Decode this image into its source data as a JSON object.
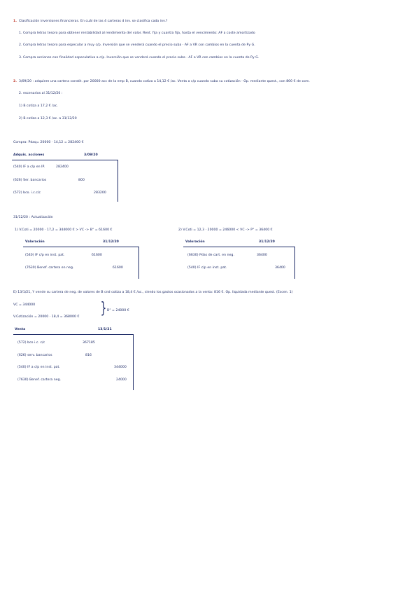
{
  "q1": {
    "number": "1.",
    "title": "Clasificación inversiones financieras. En cuál de las 4 carteras d inv. se clasifica cada inv.?",
    "items": [
      "1. Compra letras tesoro para obtener rentabilidad al rendimiento del valor. Rent. fija y cuantía fija, hasta el vencimiento: AF a coste amortizado",
      "2. Compra letras tesoro para especular a muy c/p. Inversión que se venderá cuando el precio suba · AF a VR con cambios en la cuenta de Py G.",
      "3. Compra acciones con finalidad especulativa a c/p. Inversión que se venderá cuando el precio suba · AF a VR con cambios en la cuenta de Py G."
    ]
  },
  "q2": {
    "number": "2.",
    "statement": "3/09/20 : adquiere una cartera constit. por 20000 acc de la emp B, cuando cotiza a 14,12 € /ac. Venta a c/p cuando suba su cotización · Op. mediante quest., con 800 € de com.",
    "ask": "2. escenarios al 31/12/20 :",
    "sc1": "1) B cotiza a 17,2 € /ac.",
    "sc2": "2) B cotiza a 12,3 € /ac. a 31/12/20",
    "compra_line": "Compra: Pdaq= 20000 · 14,12 = 282400 €",
    "acq": {
      "left_header": "Adquis. acciones",
      "date_header": "3/09/20",
      "rows": [
        {
          "label": "(540) IF a c/p en IP.",
          "debit": "282400",
          "credit": ""
        },
        {
          "label": "(626) Ser. bancarios",
          "debit": "800",
          "credit": ""
        },
        {
          "label": "(572) bco. i.c.c/c",
          "debit": "",
          "credit": "283200"
        }
      ]
    },
    "update_title": "31/12/20 : Actualización",
    "case1": {
      "head": "1) V.Coti = 20000 · 17,2 = 344000 € > VC -> B° = 61600 €",
      "left_header": "Valoración",
      "date_header": "31/12/20",
      "rows": [
        {
          "label": "(540) IF c/p en inst. pat.",
          "debit": "61600",
          "credit": ""
        },
        {
          "label": "(7630) Benef. cartera en neg.",
          "debit": "",
          "credit": "61600"
        }
      ]
    },
    "case2": {
      "head": "2) V.Coti = 12,3 · 20000 = 246000 < VC -> P° = 36400 €",
      "left_header": "Valoración",
      "date_header": "31/12/20",
      "rows": [
        {
          "label": "(6630) Pdas de cart. en neg.",
          "debit": "36400",
          "credit": ""
        },
        {
          "label": "(540) IF c/p en inst. pat.",
          "debit": "",
          "credit": "36400"
        }
      ]
    },
    "e_line": "E) 13/1/21, Y vende su cartera de neg. de valores de B cnd cotiza a 18,4 € /ac., siendo los gastos ocasionados a la venta: 816 €. Op. liquidada mediante quest. (Escen. 1)",
    "vc_line": "VC = 344000",
    "vcot_line": "V.Cotización = 20000 · 18,4 = 368000 €",
    "bo_line": "B° = 24000 €",
    "venta": {
      "left_header": "Venta",
      "date_header": "13/1/21",
      "rows": [
        {
          "label": "(572) bco i.c. c/c",
          "debit": "367185",
          "credit": ""
        },
        {
          "label": "(626) serv. bancarios",
          "debit": "816",
          "credit": ""
        },
        {
          "label": "(540) IF a c/p en inst. pat.",
          "debit": "",
          "credit": "344000"
        },
        {
          "label": "(7630) Benef. cartera neg.",
          "debit": "",
          "credit": "24000"
        }
      ]
    }
  }
}
